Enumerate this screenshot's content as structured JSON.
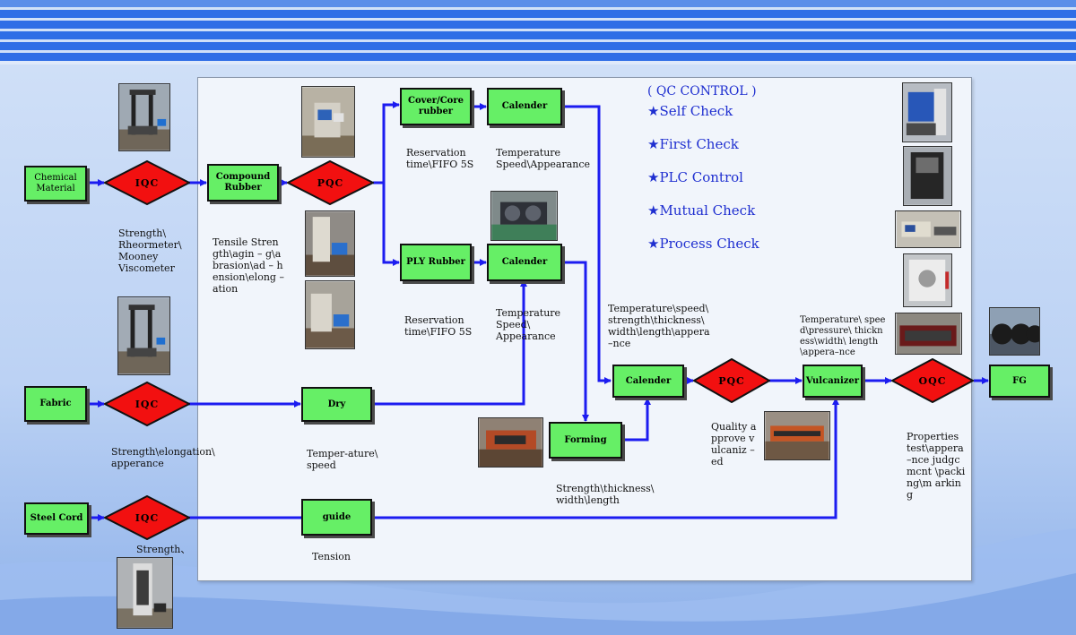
{
  "nodes": {
    "chemical_material": "Chemical Material",
    "compound_rubber": "Compound Rubber",
    "cover_core_rubber": "Cover/Core rubber",
    "calender_top": "Calender",
    "ply_rubber": "PLY Rubber",
    "calender_mid": "Calender",
    "fabric": "Fabric",
    "dry": "Dry",
    "forming": "Forming",
    "calender_main": "Calender",
    "vulcanizer": "Vulcanizer",
    "fg": "FG",
    "steel_cord": "Steel Cord",
    "guide": "guide"
  },
  "diamonds": {
    "iqc_chemical": "IQC",
    "pqc_compound": "PQC",
    "iqc_fabric": "IQC",
    "iqc_steel": "IQC",
    "pqc_calender": "PQC",
    "oqc": "OQC"
  },
  "notes": {
    "chemical": "Strength\\ Rheormeter\\ Mooney Viscometer",
    "compound": "Tensile Strength\\agin – g\\abrasion\\ad – hension\\elong –ation",
    "reservation_top": "Reservation time\\FIFO 5S",
    "calender_top": "Temperature Speed\\Appearance",
    "reservation_mid": "Reservation time\\FIFO 5S",
    "calender_mid": "Temperature Speed\\ Appearance",
    "calender_main": "Temperature\\speed\\ strength\\thickness\\ width\\length\\appera –nce",
    "vulcanizer": "Temperature\\ speed\\pressure\\ thickness\\width\\ length\\appera–nce",
    "fabric": "Strength\\elongation\\ apperance",
    "dry": "Temper-ature\\ speed",
    "forming": "Strength\\thickness\\ width\\length",
    "pqc_calender": "Quality approve vulcaniz –ed",
    "oqc": "Properties test\\appera –nce judgcmcnt \\packing\\m arking",
    "steel": "Strength、",
    "guide": "Tension"
  },
  "qc_control": {
    "title": "( QC  CONTROL )",
    "items": [
      "Self Check",
      "First Check",
      "PLC Control",
      "Mutual Check",
      "Process Check"
    ]
  },
  "colors": {
    "node_fill": "#66ef66",
    "diamond_fill": "#f21010",
    "arrow": "#1c1cf0",
    "qc_text": "#1f2fd0",
    "header_stripe": "#2f6ee6"
  },
  "icons": {
    "qc_bullet": "star-icon"
  }
}
